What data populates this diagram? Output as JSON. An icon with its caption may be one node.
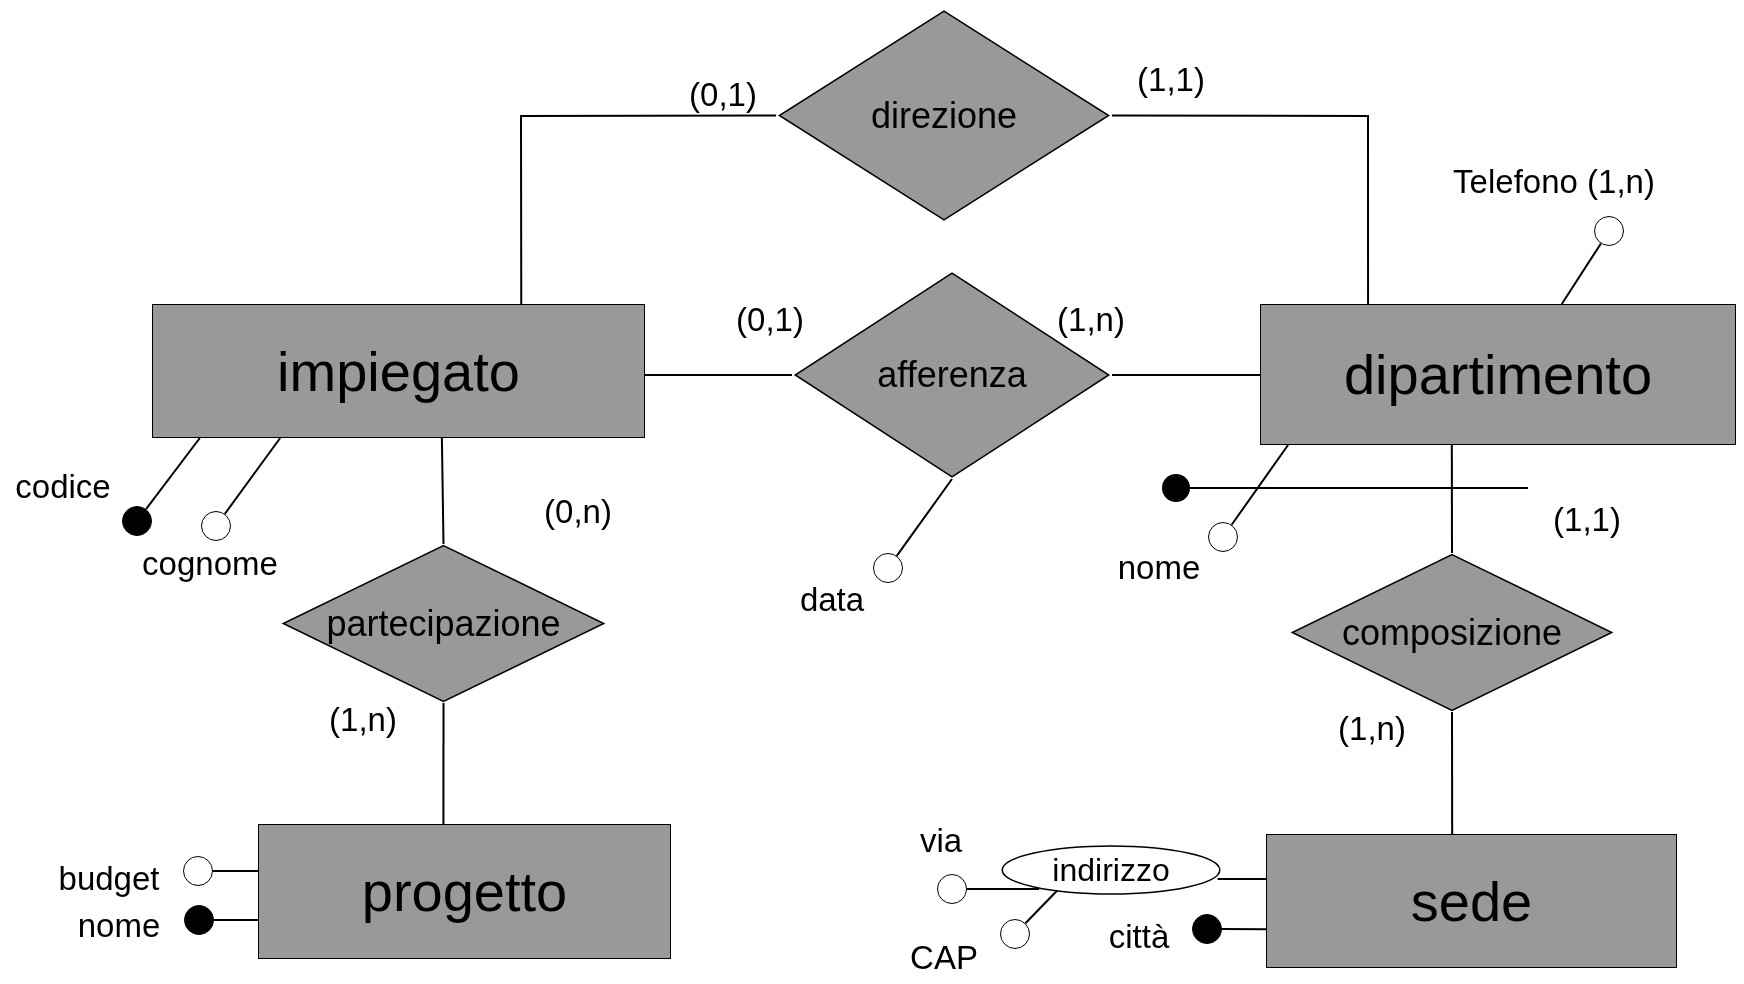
{
  "diagram": {
    "nodes": [
      {
        "text": [
          "impiegato"
        ]
      },
      {
        "text": [
          "dipartimento"
        ]
      },
      {
        "text": [
          "progetto"
        ]
      },
      {
        "text": [
          "sede"
        ]
      },
      {
        "text": [
          "direzione"
        ]
      },
      {
        "text": [
          "afferenza"
        ]
      },
      {
        "text": [
          "partecipazione"
        ]
      },
      {
        "text": [
          "composizione"
        ]
      },
      {
        "text": [
          "indirizzo"
        ]
      },
      {
        "text": [],
        "shape": "dot",
        "beside": [
          "codice"
        ]
      },
      {
        "text": [],
        "shape": "circle",
        "beside": [
          "cognome"
        ]
      },
      {
        "text": [],
        "shape": "circle",
        "beside": [
          "data"
        ]
      },
      {
        "text": [],
        "shape": "circle",
        "beside": [
          "Telefono (1,n)"
        ]
      },
      {
        "text": [],
        "shape": "circle",
        "beside": [
          "nome"
        ]
      },
      {
        "text": [],
        "shape": "circle",
        "beside": [
          "budget"
        ]
      },
      {
        "text": [],
        "shape": "dot",
        "beside": [
          "nome"
        ]
      },
      {
        "text": [],
        "shape": "circle",
        "beside": [
          "via"
        ]
      },
      {
        "text": [],
        "shape": "circle",
        "beside": [
          "CAP"
        ]
      },
      {
        "text": [],
        "shape": "dot",
        "beside": [
          "città"
        ]
      }
    ],
    "edges": [
      {
        "from": 0,
        "to": 4,
        "arrow": "none",
        "label": "(0,1)"
      },
      {
        "from": 4,
        "to": 1,
        "arrow": "none",
        "label": "(1,1)"
      },
      {
        "from": 0,
        "to": 5,
        "arrow": "none",
        "label": "(0,1)"
      },
      {
        "from": 5,
        "to": 1,
        "arrow": "none",
        "label": "(1,n)"
      },
      {
        "from": 0,
        "to": 6,
        "arrow": "none",
        "label": "(0,n)"
      },
      {
        "from": 6,
        "to": 2,
        "arrow": "none",
        "label": "(1,n)"
      },
      {
        "from": 1,
        "to": 7,
        "arrow": "none",
        "label": "(1,1)"
      },
      {
        "from": 7,
        "to": 3,
        "arrow": "none",
        "label": "(1,n)"
      },
      {
        "from": 9,
        "to": 0,
        "arrow": "none"
      },
      {
        "from": 10,
        "to": 0,
        "arrow": "none"
      },
      {
        "from": 11,
        "to": 5,
        "arrow": "none"
      },
      {
        "from": 12,
        "to": 1,
        "arrow": "none"
      },
      {
        "from": 13,
        "to": 1,
        "arrow": "none"
      },
      {
        "from": 14,
        "to": 2,
        "arrow": "none"
      },
      {
        "from": 15,
        "to": 2,
        "arrow": "none"
      },
      {
        "from": 8,
        "to": 3,
        "arrow": "none"
      },
      {
        "from": 16,
        "to": 8,
        "arrow": "none"
      },
      {
        "from": 17,
        "to": 8,
        "arrow": "none"
      },
      {
        "from": 18,
        "to": 3,
        "arrow": "none"
      }
    ]
  }
}
